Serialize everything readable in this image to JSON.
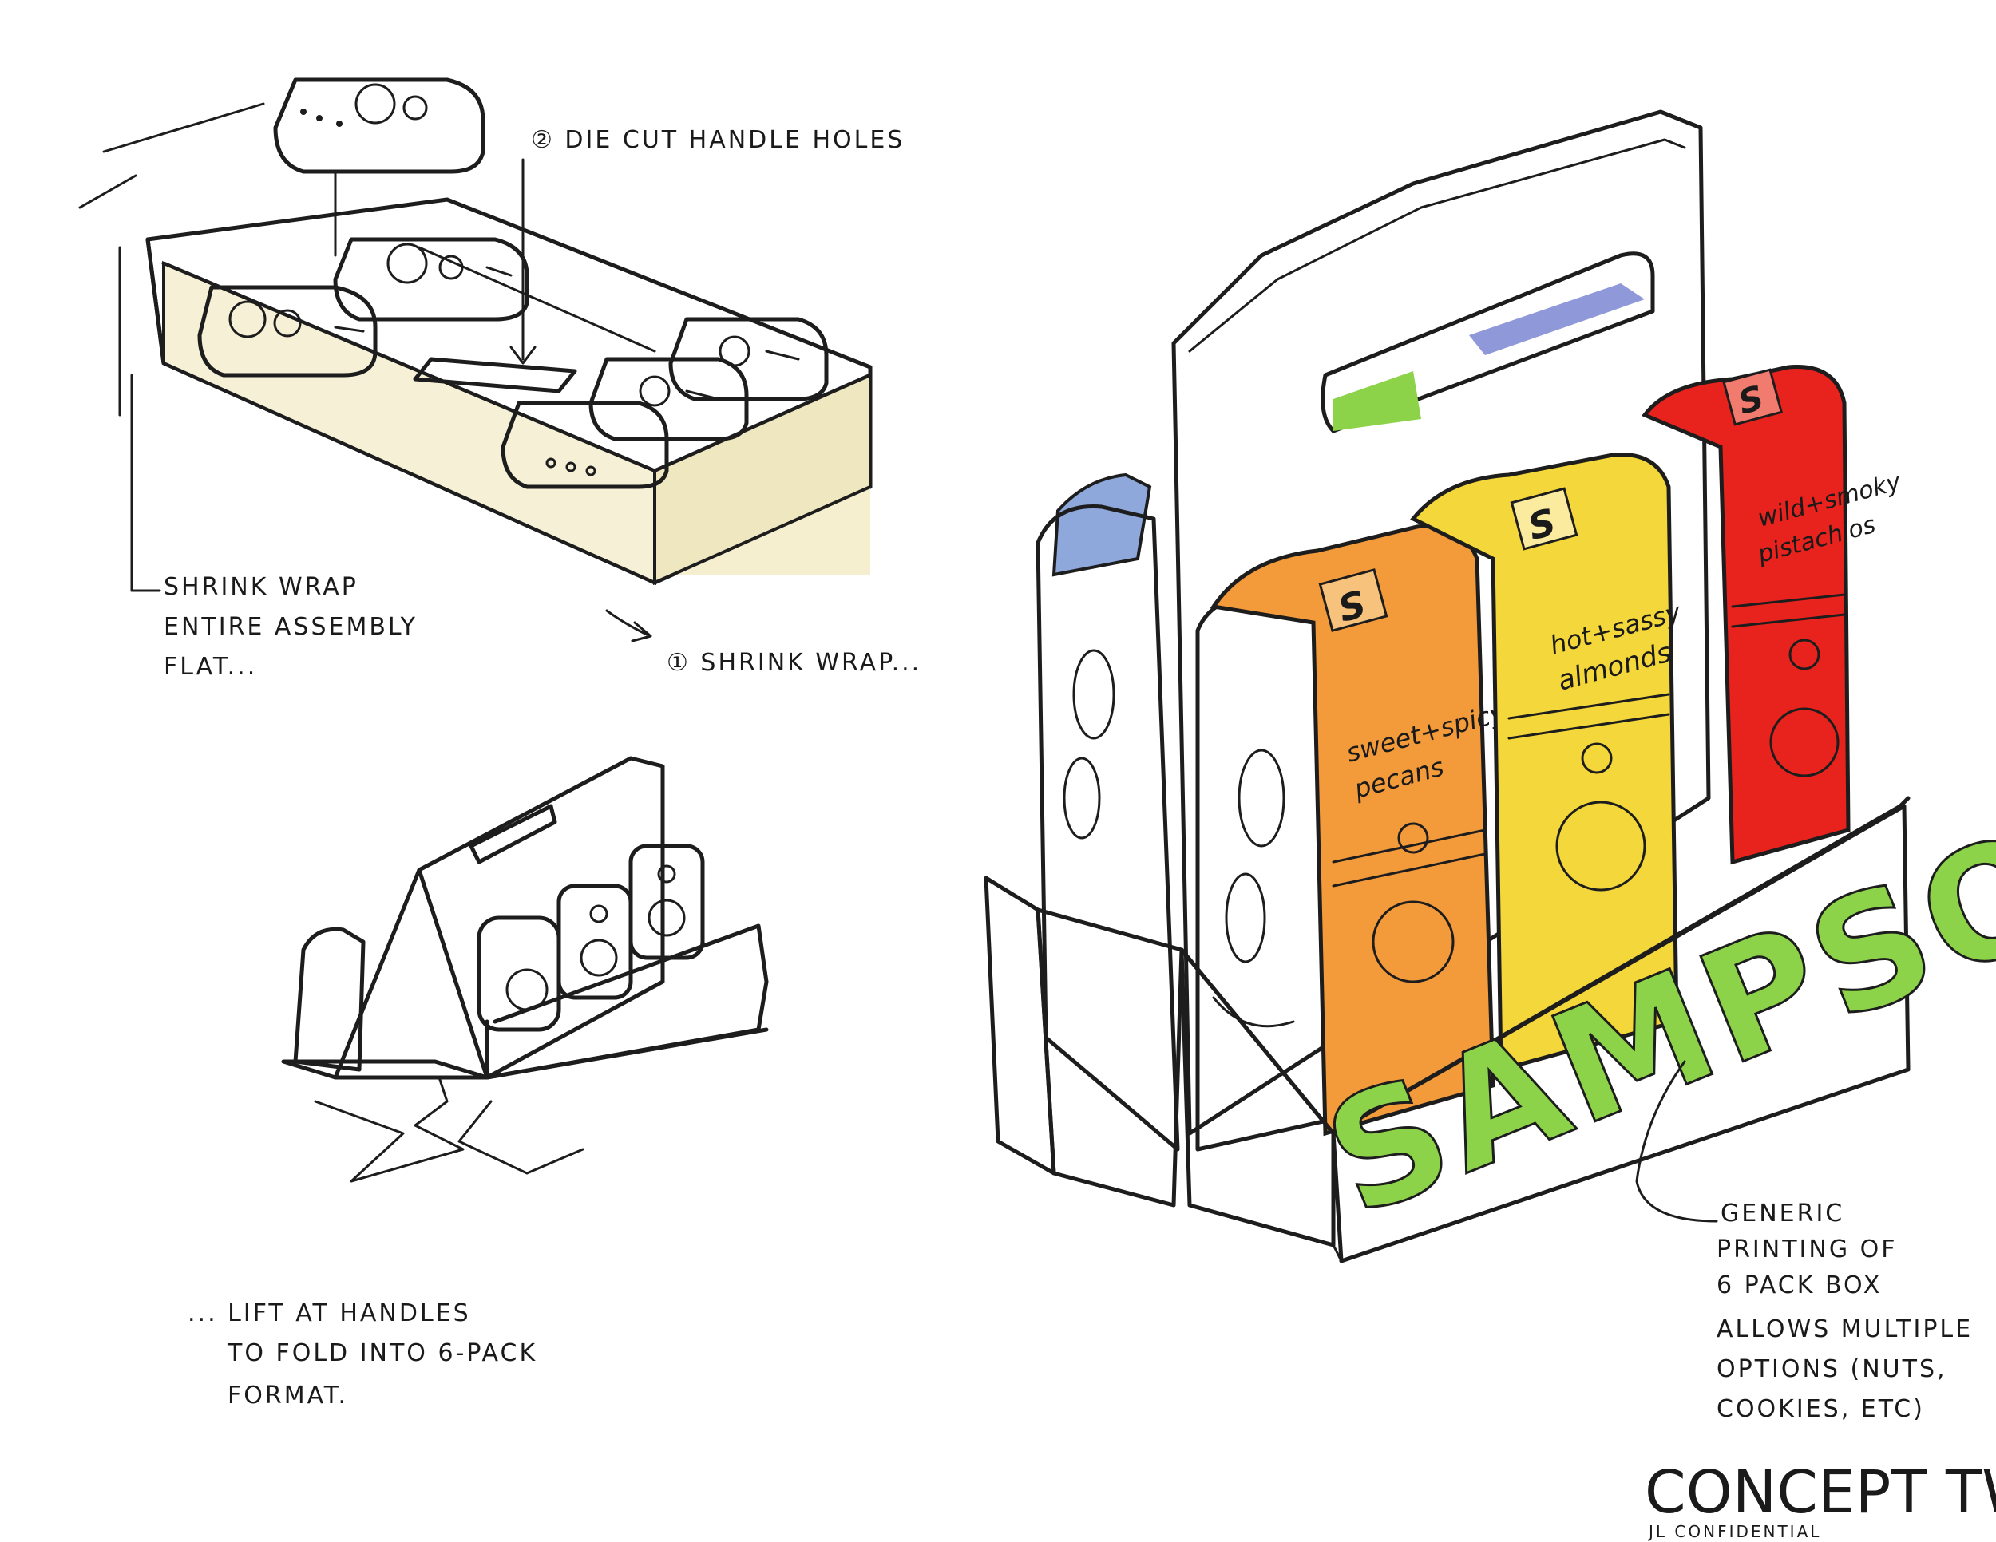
{
  "notes": {
    "die_cut": "② DIE CUT HANDLE HOLES",
    "shrink_wrap_1": "SHRINK WRAP",
    "shrink_wrap_2": "ENTIRE ASSEMBLY",
    "shrink_wrap_3": "FLAT...",
    "shrink_wrap_step": "① SHRINK WRAP...",
    "lift_1": "... LIFT AT HANDLES",
    "lift_2": "TO FOLD INTO 6-PACK",
    "lift_3": "FORMAT.",
    "generic_1": "GENERIC",
    "generic_2": "PRINTING OF",
    "generic_3": "6 PACK BOX",
    "generic_4": "ALLOWS MULTIPLE",
    "generic_5": "OPTIONS (NUTS,",
    "generic_6": "COOKIES, etc)",
    "concept_title": "CONCEPT TWO",
    "confidential": "JL CONFIDENTIAL"
  },
  "brand": {
    "name": "SAMPSONS",
    "logo_letter": "S"
  },
  "products": [
    {
      "line1": "sweet+spicy",
      "line2": "pecans"
    },
    {
      "line1": "hot+sassy",
      "line2": "almonds"
    },
    {
      "line1": "wild+smoky",
      "line2": "pistachios"
    }
  ],
  "colors": {
    "pecan_orange": "#f39a3a",
    "almond_yellow": "#f4d73a",
    "pistachio_red": "#e8221c",
    "brand_green": "#8cd34a",
    "liner_blue": "#8fa8dc",
    "brown_tin": "#c98d85",
    "carton_cream": "#f7f3dd"
  }
}
